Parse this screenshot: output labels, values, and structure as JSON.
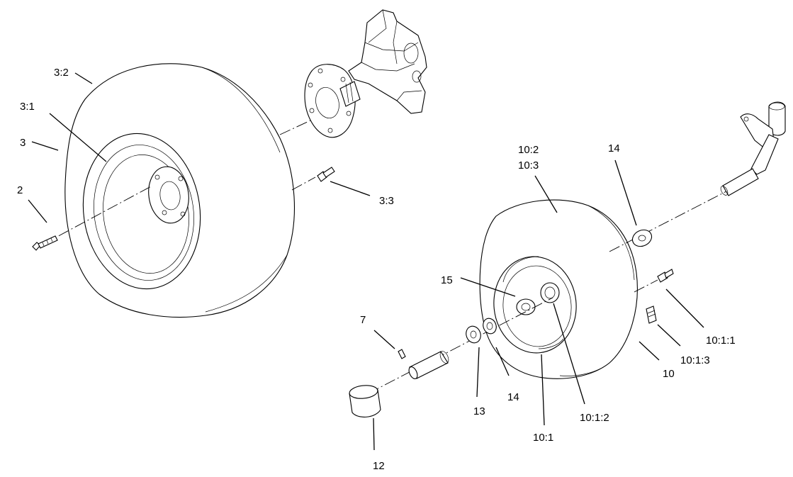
{
  "callouts": {
    "left_tire": "3:2",
    "left_rim": "3:1",
    "left_wheel": "3",
    "left_bolt": "2",
    "left_valve": "3:3",
    "right_tire_a": "10:2",
    "right_tire_b": "10:3",
    "upper_spacer": "14",
    "hub_bushing": "15",
    "roll_pin": "7",
    "grease_fitting": "10:1:1",
    "fitting": "10:1:3",
    "right_wheel": "10",
    "flat_washer": "13",
    "lower_spacer": "14",
    "bearing": "10:1:2",
    "right_rim": "10:1",
    "cap": "12"
  },
  "icons": {
    "left_wheel_assembly": "tire-wheel-icon",
    "right_wheel_assembly": "tire-wheel-icon",
    "axle_hub": "hub-flange-icon",
    "caster_fork": "caster-fork-icon"
  }
}
